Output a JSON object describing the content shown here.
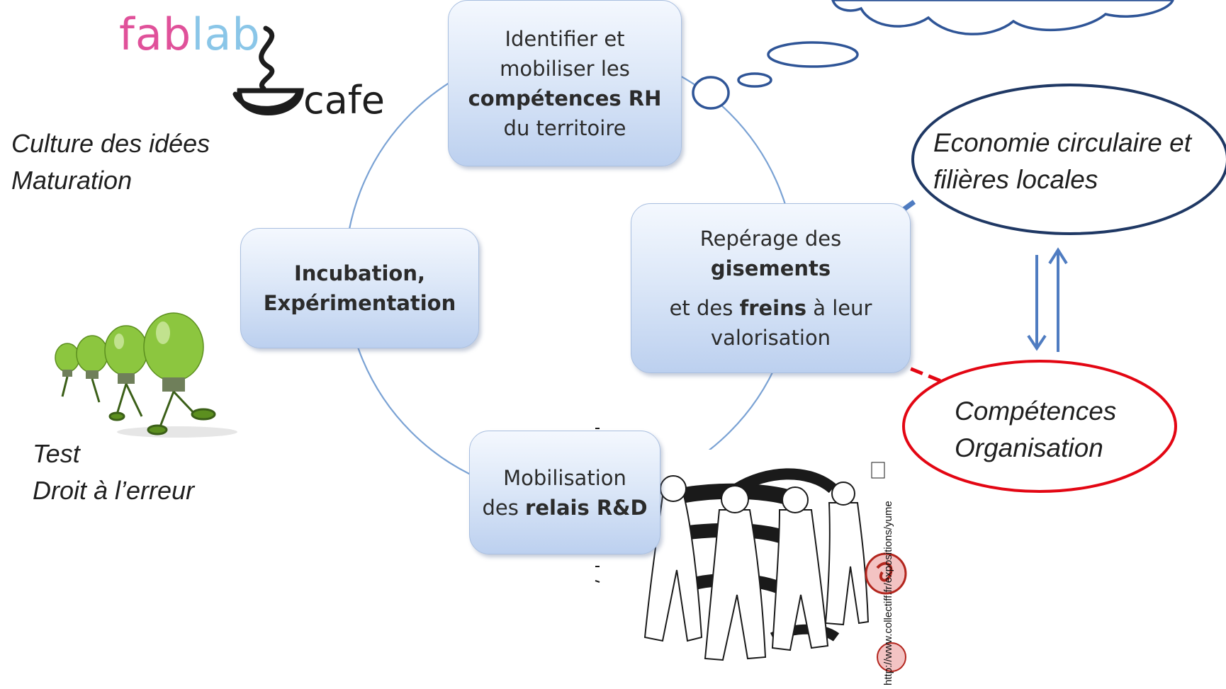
{
  "logo": {
    "fab": "fab",
    "lab": "lab",
    "cafe": "cafe"
  },
  "left_notes": {
    "culture": "Culture des idées",
    "maturation": "Maturation",
    "test": "Test",
    "droit": "Droit à l’erreur"
  },
  "cycle": {
    "top": {
      "line1": "Identifier et",
      "line2": "mobiliser les",
      "line3_bold": "compétences RH",
      "line4": "du territoire"
    },
    "right": {
      "line1": "Repérage des",
      "line2_bold": "gisements",
      "line3_pre": "et des ",
      "line3_bold": "freins",
      "line3_post": " à leur",
      "line4": "valorisation"
    },
    "left": {
      "line1": "Incubation,",
      "line2": "Expérimentation"
    },
    "bottom": {
      "line1": "Mobilisation",
      "line2_pre": "des ",
      "line2_bold": "relais R&D"
    }
  },
  "ellipses": {
    "economie": {
      "line1": "Economie circulaire et",
      "line2": "filières locales"
    },
    "competences": {
      "line1": "Compétences",
      "line2": "Organisation"
    }
  },
  "credit_url": "http://www.collectiff.fr/expositions/yume",
  "colors": {
    "cycle_line": "#7aa2d4",
    "navy": "#1f3864",
    "dashed_blue": "#4f7cc1",
    "red": "#e30613",
    "arrows": "#4f7cc1",
    "fab_pink": "#e0519a",
    "lab_blue": "#8ac6e8",
    "bulb_green": "#8cc63f"
  }
}
